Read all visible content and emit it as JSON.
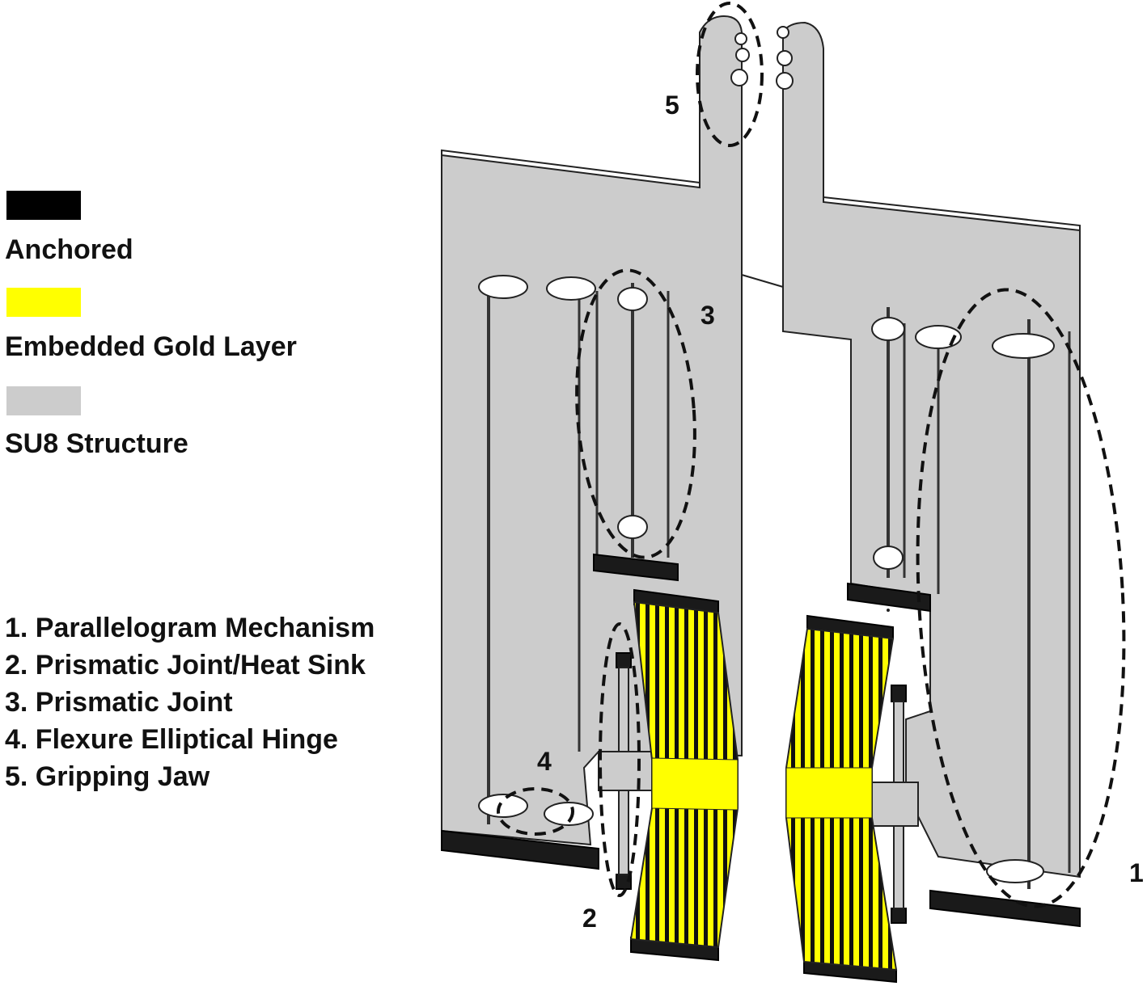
{
  "legend": [
    {
      "label": "Anchored",
      "color": "#000000"
    },
    {
      "label": "Embedded Gold Layer",
      "color": "#ffff00"
    },
    {
      "label": "SU8 Structure",
      "color": "#cccccc"
    }
  ],
  "components": [
    "1. Parallelogram Mechanism",
    "2. Prismatic Joint/Heat Sink",
    "3. Prismatic Joint",
    "4. Flexure Elliptical Hinge",
    "5. Gripping Jaw"
  ],
  "callouts": {
    "n1": "1",
    "n2": "2",
    "n3": "3",
    "n4": "4",
    "n5": "5"
  },
  "colors": {
    "su8": "#cccccc",
    "anchored": "#1a1a1a",
    "gold": "#ffff00",
    "outline": "#222222"
  }
}
